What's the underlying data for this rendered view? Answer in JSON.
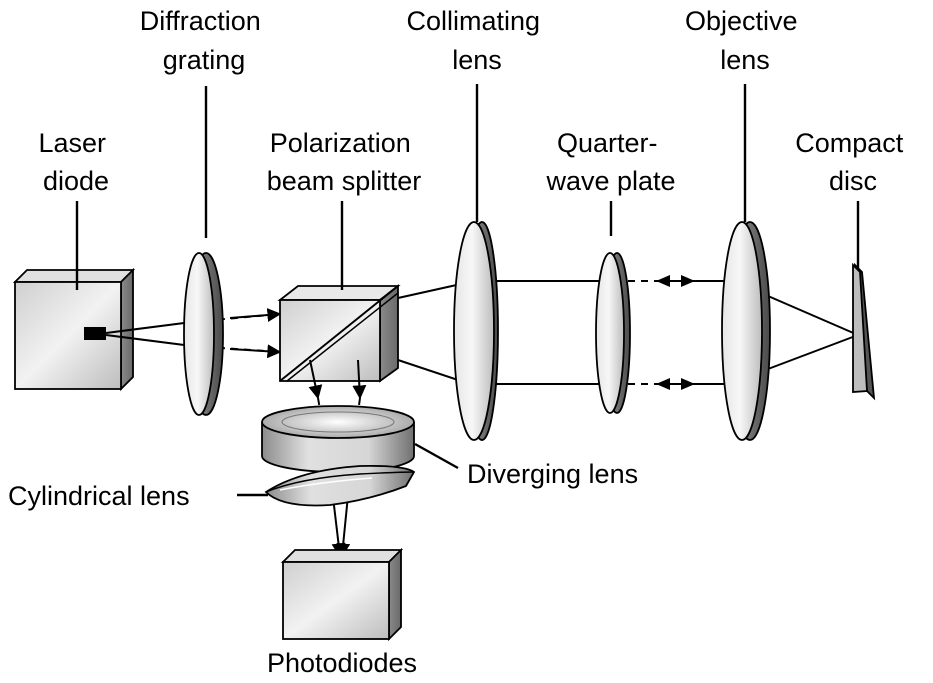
{
  "labels": {
    "laser_diode": [
      "Laser",
      "diode"
    ],
    "diffraction_grating": [
      "Diffraction",
      "grating"
    ],
    "polarization_beam_splitter": [
      "Polarization",
      "beam splitter"
    ],
    "collimating_lens": [
      "Collimating",
      "lens"
    ],
    "quarter_wave_plate": [
      "Quarter-",
      "wave plate"
    ],
    "objective_lens": [
      "Objective",
      "lens"
    ],
    "compact_disc": [
      "Compact",
      "disc"
    ],
    "diverging_lens": "Diverging lens",
    "cylindrical_lens": "Cylindrical lens",
    "photodiodes": "Photodiodes"
  }
}
